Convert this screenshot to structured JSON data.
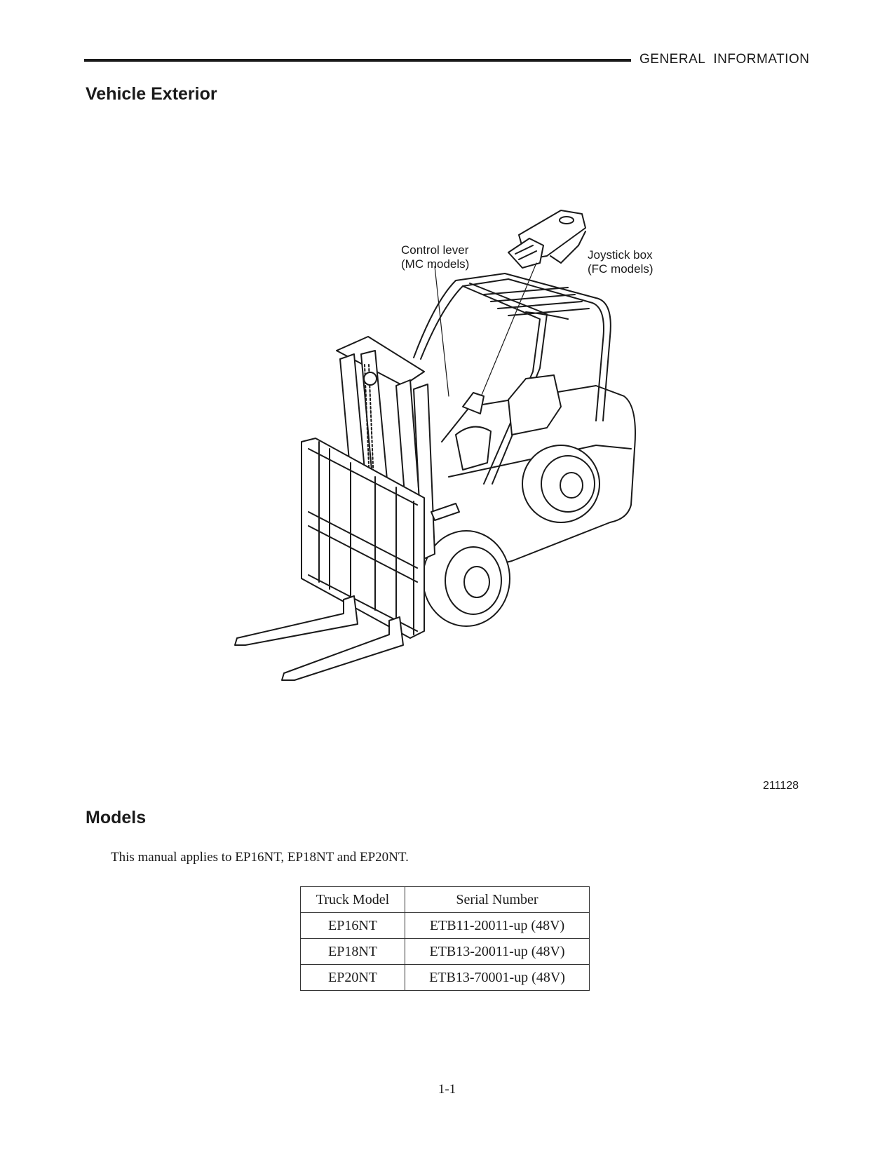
{
  "header": {
    "section": "GENERAL  INFORMATION"
  },
  "vehicle_exterior": {
    "heading": "Vehicle Exterior",
    "callouts": {
      "control_lever": "Control lever\n(MC models)",
      "joystick_box": "Joystick box\n(FC models)"
    },
    "figure_id": "211128"
  },
  "models": {
    "heading": "Models",
    "intro": "This manual applies to EP16NT, EP18NT and EP20NT.",
    "table": {
      "headers": [
        "Truck Model",
        "Serial Number"
      ],
      "rows": [
        [
          "EP16NT",
          "ETB11-20011-up (48V)"
        ],
        [
          "EP18NT",
          "ETB13-20011-up (48V)"
        ],
        [
          "EP20NT",
          "ETB13-70001-up (48V)"
        ]
      ]
    }
  },
  "footer": {
    "page_number": "1-1"
  }
}
